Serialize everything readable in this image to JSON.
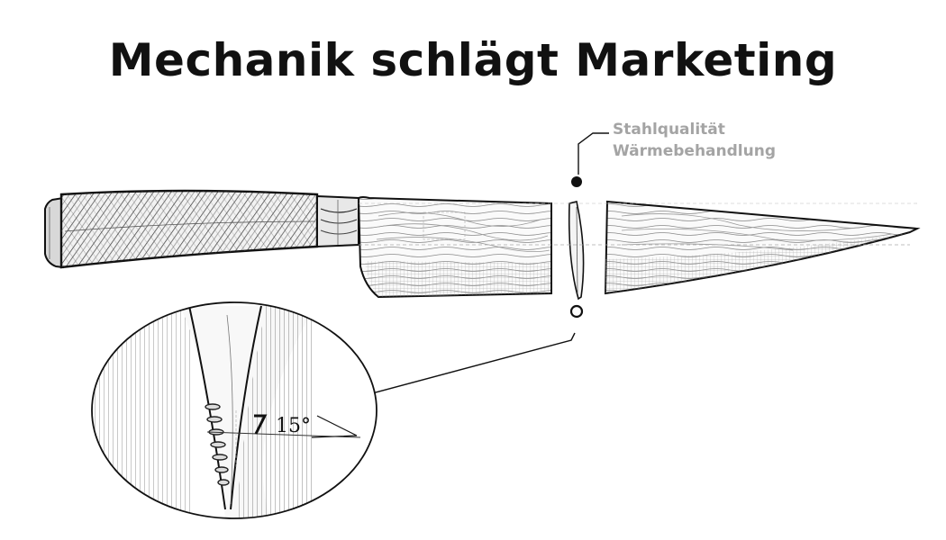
{
  "header": {
    "title": "Mechanik schlägt Marketing"
  },
  "callout": {
    "line1": "Stahlqualität",
    "line2": "Wärmebehandlung"
  },
  "detail": {
    "angle_label": "15°"
  }
}
